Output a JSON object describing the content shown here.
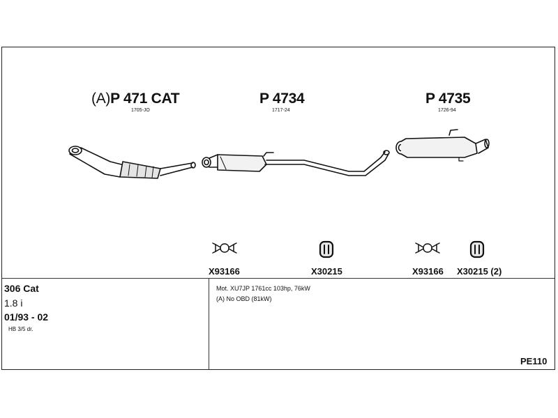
{
  "parts": [
    {
      "prefix": "(A)",
      "code": "P 471 CAT",
      "sub": "1705-JO"
    },
    {
      "code": "P 4734",
      "sub": "1717-24"
    },
    {
      "code": "P 4735",
      "sub": "1726-94"
    }
  ],
  "accessories": [
    {
      "code": "X93166",
      "icon": "clamp-icon"
    },
    {
      "code": "X30215",
      "icon": "rubber-mount-icon"
    },
    {
      "code": "X93166",
      "icon": "clamp-icon"
    },
    {
      "code": "X30215 (2)",
      "icon": "rubber-mount-icon"
    }
  ],
  "vehicle": {
    "model": "306 Cat",
    "engine": "1.8 i",
    "years": "01/93 - 02",
    "body": "HB 3/5 dr."
  },
  "notes": {
    "line1": "Mot. XU7JP 1761cc 103hp, 76kW",
    "line2": "(A) No OBD (81kW)"
  },
  "ref_code": "PE110"
}
